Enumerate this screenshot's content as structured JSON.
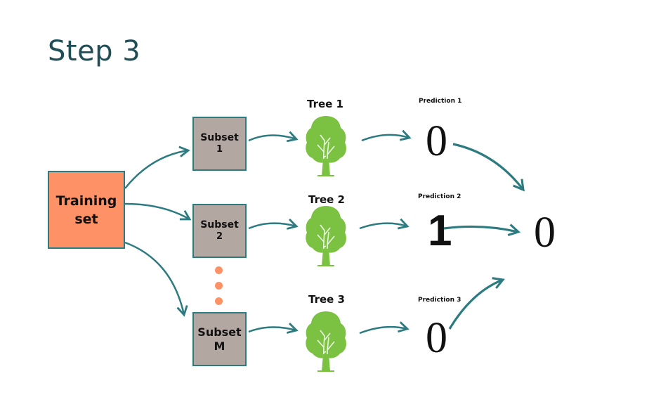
{
  "title": "Step 3",
  "training_set": {
    "line1": "Training",
    "line2": "set"
  },
  "subsets": [
    {
      "line1": "Subset",
      "line2": "1"
    },
    {
      "line1": "Subset",
      "line2": "2"
    },
    {
      "line1": "Subset",
      "line2": "M"
    }
  ],
  "trees": [
    "Tree 1",
    "Tree 2",
    "Tree 3"
  ],
  "predictions": [
    {
      "label": "Prediction 1",
      "value": "0"
    },
    {
      "label": "Prediction 2",
      "value": "1"
    },
    {
      "label": "Prediction 3",
      "value": "0"
    }
  ],
  "final_prediction": "0",
  "colors": {
    "arrow": "#2c7b80",
    "training_fill": "#ff9167",
    "subset_fill": "#b3a7a2",
    "tree_green": "#7cc242",
    "title": "#1f4e57"
  }
}
